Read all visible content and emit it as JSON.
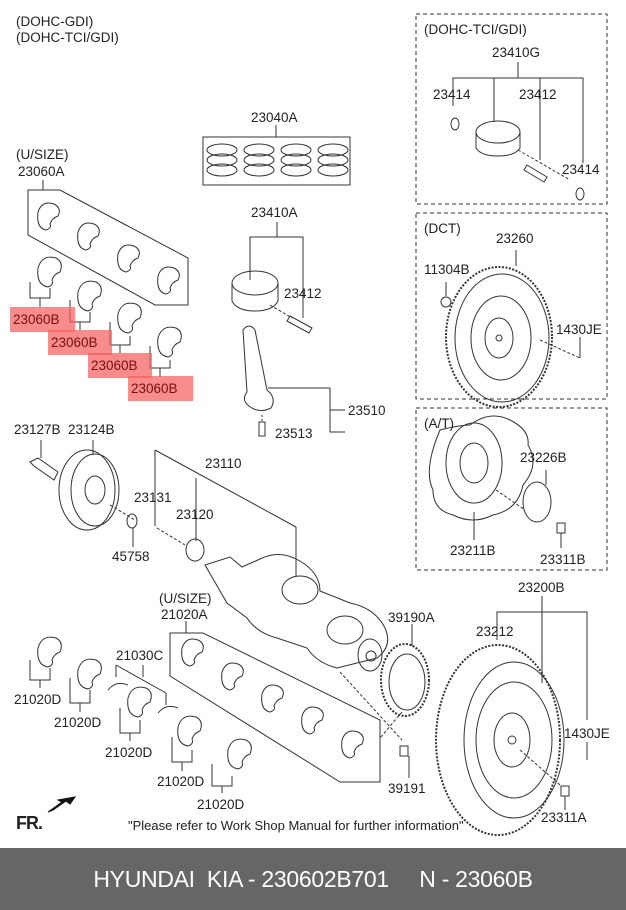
{
  "diagram": {
    "variant_labels": [
      "(DOHC-GDI)",
      "(DOHC-TCI/GDI)"
    ],
    "left_group": {
      "note": "(U/SIZE)",
      "set_part": "23060A",
      "single_part": "23060B"
    },
    "highlighted_parts": [
      "23060B",
      "23060B",
      "23060B",
      "23060B"
    ],
    "ring_set": "23040A",
    "piston_assy": "23410A",
    "piston_pin": "23412",
    "conrod_assy": "23510",
    "conrod_bolt": "23513",
    "tci_box": {
      "title": "(DOHC-TCI/GDI)",
      "piston_assy": "23410G",
      "snap_ring_left": "23414",
      "pin": "23412",
      "snap_ring_right": "23414"
    },
    "dct_box": {
      "title": "(DCT)",
      "flywheel": "23260",
      "bushing": "11304B",
      "dowel": "1430JE"
    },
    "at_box": {
      "title": "(A/T)",
      "drive_plate": "23211B",
      "adapter_plate": "23226B",
      "bolt": "23311B"
    },
    "pulley_bolt": "23127B",
    "pulley": "23124B",
    "crankshaft": "23110",
    "key": "23131",
    "sprocket": "23120",
    "washer": "45758",
    "main_bearing_note": "(U/SIZE)",
    "main_bearing_set": "21020A",
    "main_bearing": "21020D",
    "thrust_washer": "21030C",
    "main_bearing_labels": [
      "21020D",
      "21020D",
      "21020D",
      "21020D",
      "21020D"
    ],
    "target_wheel": "39190A",
    "target_bolt": "39191",
    "flywheel_assy": "23200B",
    "ring_gear": "23212",
    "flywheel_dowel": "1430JE",
    "flywheel_bolt": "23311A",
    "front_marker": "FR.",
    "note": "\"Please refer to Work Shop Manual for further information\"",
    "highlight_color": "#f55f5f"
  },
  "footer": {
    "text": "HYUNDAI  KIA - 230602B701     N - 23060B",
    "background": "#666666"
  }
}
